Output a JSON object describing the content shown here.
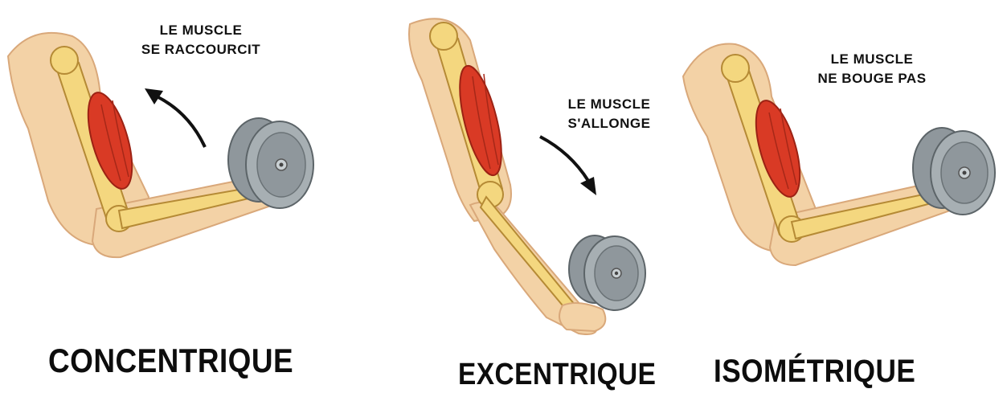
{
  "panels": [
    {
      "key": "concentric",
      "note_line1": "LE MUSCLE",
      "note_line2": "SE RACCOURCIT",
      "caption": "CONCENTRIQUE",
      "arrow": "up-curved-arrow"
    },
    {
      "key": "eccentric",
      "note_line1": "LE MUSCLE",
      "note_line2": "S'ALLONGE",
      "caption": "EXCENTRIQUE",
      "arrow": "down-curved-arrow"
    },
    {
      "key": "isometric",
      "note_line1": "LE MUSCLE",
      "note_line2": "NE BOUGE PAS",
      "caption": "ISOMÉTRIQUE",
      "arrow": ""
    }
  ],
  "colors": {
    "skin": "#f3d2a6",
    "skin_shade": "#e7b98a",
    "bone": "#f4d77f",
    "bone_outline": "#b58a35",
    "muscle": "#d93a25",
    "muscle_dark": "#9c2214",
    "weight": "#8f979c",
    "weight_dark": "#5c6468",
    "text": "#111111"
  }
}
